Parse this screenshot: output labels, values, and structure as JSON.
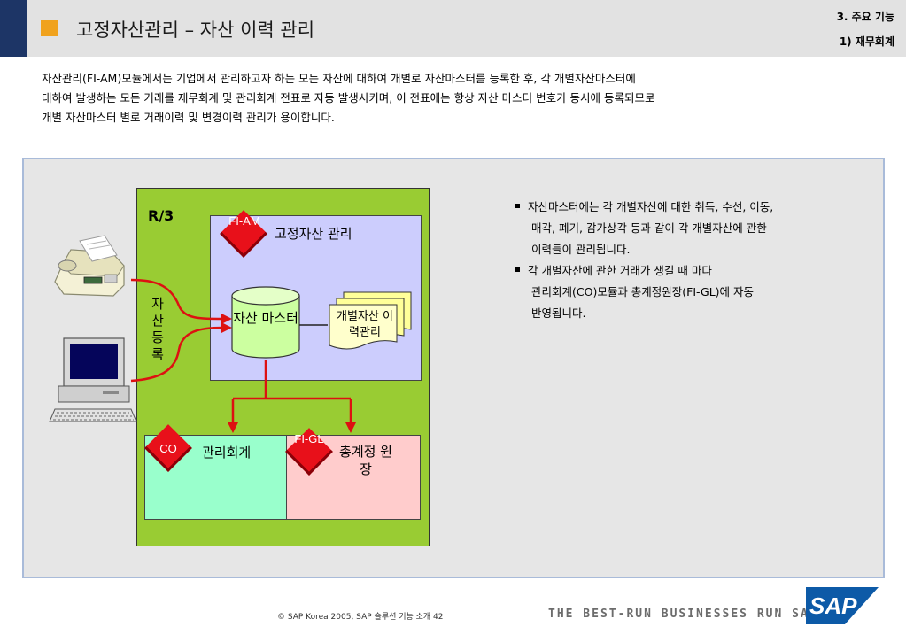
{
  "header": {
    "title": "고정자산관리 – 자산 이력 관리",
    "section": "3. 주요 기능",
    "subsection": "1) 재무회계"
  },
  "intro": {
    "lines": [
      "자산관리(FI-AM)모듈에서는 기업에서 관리하고자 하는 모든 자산에 대하여 개별로 자산마스터를 등록한 후, 각 개별자산마스터에",
      "대하여 발생하는 모든 거래를 재무회계 및 관리회계 전표로 자동 발생시키며, 이 전표에는 항상 자산 마스터 번호가 동시에 등록되므로",
      "개별 자산마스터 별로 거래이력 및 변경이력 관리가 용이합니다."
    ]
  },
  "diagram": {
    "system_label": "R/3",
    "vertical_label": "자산등록",
    "fi_am_badge": "FI-AM",
    "fixed_asset_title": "고정자산 관리",
    "asset_master_label": "자산 마스터",
    "asset_history_label": "개별자산 이력관리",
    "co_badge": "CO",
    "co_title": "관리회계",
    "fi_gl_badge": "FI-GL",
    "gl_title": "총계정 원장",
    "icons": [
      "fax-machine-icon",
      "desktop-computer-icon",
      "database-cylinder-icon",
      "document-stack-icon"
    ]
  },
  "bullets": {
    "items": [
      [
        "자산마스터에는 각 개별자산에 대한 취득, 수선, 이동,",
        "매각, 폐기, 감가상각 등과 같이 각 개별자산에 관한",
        "이력들이 관리됩니다."
      ],
      [
        "각 개별자산에 관한 거래가 생길 때 마다",
        "관리회계(CO)모듈과 총계정원장(FI-GL)에 자동",
        "반영됩니다."
      ]
    ]
  },
  "footer": {
    "copyright": "©   SAP Korea 2005, SAP 솔루션 기능 소개    42",
    "tagline": "THE BEST-RUN BUSINESSES RUN SAP",
    "logo_text": "SAP"
  },
  "colors": {
    "navy": "#1d3566",
    "orange": "#f0a21d",
    "r3_green": "#99cc33",
    "fi_purple": "#cccdfd",
    "co_green": "#99ffcc",
    "gl_pink": "#ffcccc",
    "badge_red": "#e8101a",
    "arrow_red": "#dd1111"
  }
}
